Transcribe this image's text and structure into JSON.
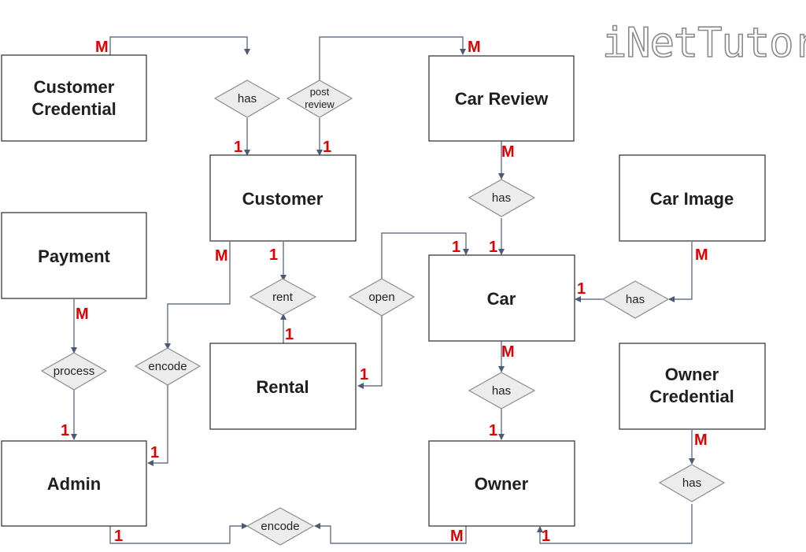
{
  "watermark": "iNetTutor.com",
  "entities": {
    "customer_credential": [
      "Customer",
      "Credential"
    ],
    "car_review": [
      "Car Review"
    ],
    "customer": [
      "Customer"
    ],
    "car_image": [
      "Car Image"
    ],
    "payment": [
      "Payment"
    ],
    "car": [
      "Car"
    ],
    "rental": [
      "Rental"
    ],
    "owner_credential": [
      "Owner",
      "Credential"
    ],
    "admin": [
      "Admin"
    ],
    "owner": [
      "Owner"
    ]
  },
  "relationships": {
    "has_cred_customer": [
      "has"
    ],
    "post_review": [
      "post",
      "review"
    ],
    "has_review_car": [
      "has"
    ],
    "rent": [
      "rent"
    ],
    "open": [
      "open"
    ],
    "has_image_car": [
      "has"
    ],
    "process": [
      "process"
    ],
    "encode_customer_admin": [
      "encode"
    ],
    "has_car_owner": [
      "has"
    ],
    "has_ownercred_owner": [
      "has"
    ],
    "encode_admin_owner": [
      "encode"
    ]
  },
  "cardinalities": {
    "cust_cred_m": "M",
    "cust_cred_customer_1": "1",
    "review_customer_1": "1",
    "review_carreview_m": "M",
    "carreview_has_m": "M",
    "has_car_1": "1",
    "open_car_1": "1",
    "customer_encode_m": "M",
    "customer_rent_1": "1",
    "rental_rent_1": "1",
    "rental_open_1": "1",
    "carimage_m": "M",
    "car_image_1": "1",
    "payment_m": "M",
    "admin_process_1": "1",
    "admin_encode_1": "1",
    "car_owner_m": "M",
    "owner_has_1": "1",
    "ownercred_m": "M",
    "admin_encode2_1": "1",
    "owner_encode2_m": "M",
    "owner_ownercred_1": "1"
  }
}
